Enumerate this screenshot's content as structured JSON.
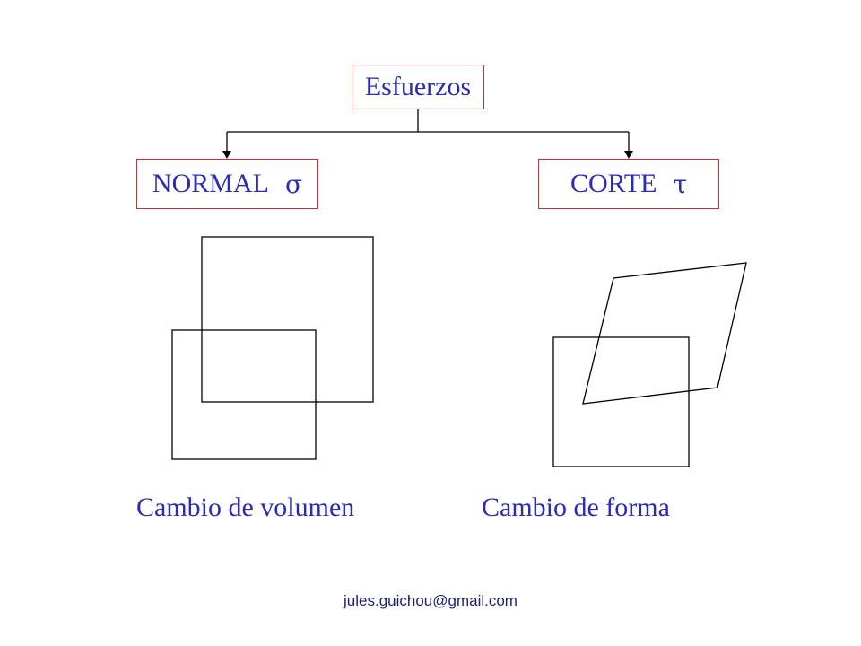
{
  "diagram": {
    "root": {
      "label": "Esfuerzos"
    },
    "left_box": {
      "label": "NORMAL",
      "symbol": "σ"
    },
    "right_box": {
      "label": "CORTE",
      "symbol": "τ"
    },
    "left_caption": "Cambio de volumen",
    "right_caption": "Cambio de forma"
  },
  "footer": {
    "email": "jules.guichou@gmail.com"
  },
  "colors": {
    "box_border": "#d42a2a",
    "text": "#2b2bb8",
    "lines": "#000000"
  }
}
